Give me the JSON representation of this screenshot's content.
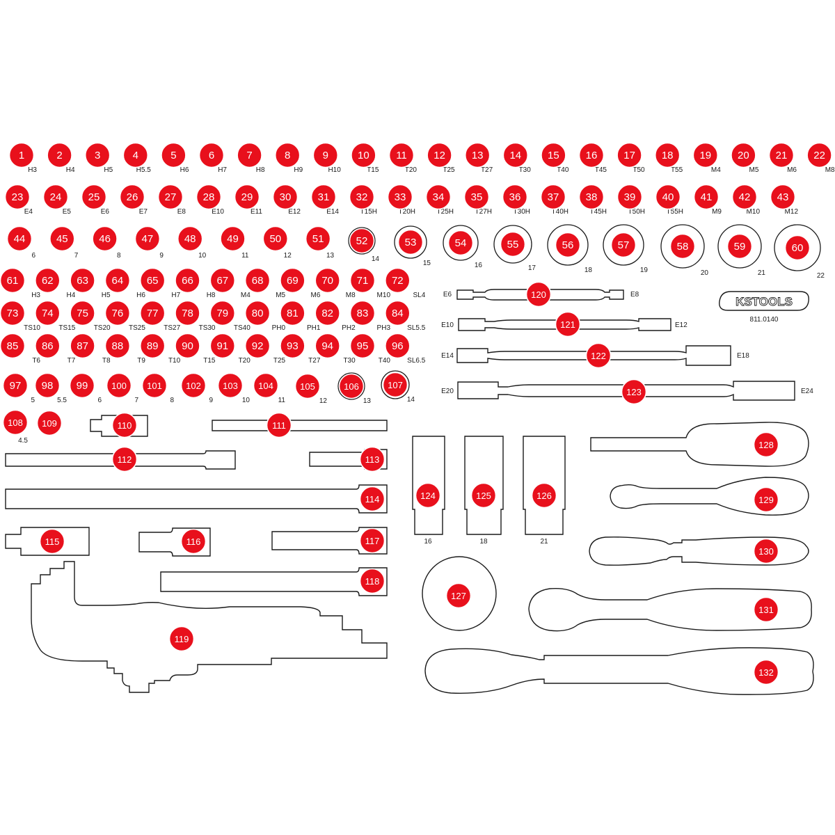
{
  "brand": {
    "logo_text": "KSTOOLS",
    "article_number": "811.0140"
  },
  "colors": {
    "marker": "#e8101c",
    "marker_border": "#ffffff",
    "outline": "#1a1a1a",
    "label": "#1a1a1a"
  },
  "items": [
    {
      "n": "1",
      "label": "H3"
    },
    {
      "n": "2",
      "label": "H4"
    },
    {
      "n": "3",
      "label": "H5"
    },
    {
      "n": "4",
      "label": "H5.5"
    },
    {
      "n": "5",
      "label": "H6"
    },
    {
      "n": "6",
      "label": "H7"
    },
    {
      "n": "7",
      "label": "H8"
    },
    {
      "n": "8",
      "label": "H9"
    },
    {
      "n": "9",
      "label": "H10"
    },
    {
      "n": "10",
      "label": "T15"
    },
    {
      "n": "11",
      "label": "T20"
    },
    {
      "n": "12",
      "label": "T25"
    },
    {
      "n": "13",
      "label": "T27"
    },
    {
      "n": "14",
      "label": "T30"
    },
    {
      "n": "15",
      "label": "T40"
    },
    {
      "n": "16",
      "label": "T45"
    },
    {
      "n": "17",
      "label": "T50"
    },
    {
      "n": "18",
      "label": "T55"
    },
    {
      "n": "19",
      "label": "M4"
    },
    {
      "n": "20",
      "label": "M5"
    },
    {
      "n": "21",
      "label": "M6"
    },
    {
      "n": "22",
      "label": "M8"
    },
    {
      "n": "23",
      "label": "E4"
    },
    {
      "n": "24",
      "label": "E5"
    },
    {
      "n": "25",
      "label": "E6"
    },
    {
      "n": "26",
      "label": "E7"
    },
    {
      "n": "27",
      "label": "E8"
    },
    {
      "n": "28",
      "label": "E10"
    },
    {
      "n": "29",
      "label": "E11"
    },
    {
      "n": "30",
      "label": "E12"
    },
    {
      "n": "31",
      "label": "E14"
    },
    {
      "n": "32",
      "label": "T15H"
    },
    {
      "n": "33",
      "label": "T20H"
    },
    {
      "n": "34",
      "label": "T25H"
    },
    {
      "n": "35",
      "label": "T27H"
    },
    {
      "n": "36",
      "label": "T30H"
    },
    {
      "n": "37",
      "label": "T40H"
    },
    {
      "n": "38",
      "label": "T45H"
    },
    {
      "n": "39",
      "label": "T50H"
    },
    {
      "n": "40",
      "label": "T55H"
    },
    {
      "n": "41",
      "label": "M9"
    },
    {
      "n": "42",
      "label": "M10"
    },
    {
      "n": "43",
      "label": "M12"
    },
    {
      "n": "44",
      "label": "6"
    },
    {
      "n": "45",
      "label": "7"
    },
    {
      "n": "46",
      "label": "8"
    },
    {
      "n": "47",
      "label": "9"
    },
    {
      "n": "48",
      "label": "10"
    },
    {
      "n": "49",
      "label": "11"
    },
    {
      "n": "50",
      "label": "12"
    },
    {
      "n": "51",
      "label": "13"
    },
    {
      "n": "52",
      "label": "14"
    },
    {
      "n": "53",
      "label": "15"
    },
    {
      "n": "54",
      "label": "16"
    },
    {
      "n": "55",
      "label": "17"
    },
    {
      "n": "56",
      "label": "18"
    },
    {
      "n": "57",
      "label": "19"
    },
    {
      "n": "58",
      "label": "20"
    },
    {
      "n": "59",
      "label": "21"
    },
    {
      "n": "60",
      "label": "22"
    },
    {
      "n": "61",
      "label": "H3"
    },
    {
      "n": "62",
      "label": "H4"
    },
    {
      "n": "63",
      "label": "H5"
    },
    {
      "n": "64",
      "label": "H6"
    },
    {
      "n": "65",
      "label": "H7"
    },
    {
      "n": "66",
      "label": "H8"
    },
    {
      "n": "67",
      "label": "M4"
    },
    {
      "n": "68",
      "label": "M5"
    },
    {
      "n": "69",
      "label": "M6"
    },
    {
      "n": "70",
      "label": "M8"
    },
    {
      "n": "71",
      "label": "M10"
    },
    {
      "n": "72",
      "label": "SL4"
    },
    {
      "n": "73",
      "label": "TS10"
    },
    {
      "n": "74",
      "label": "TS15"
    },
    {
      "n": "75",
      "label": "TS20"
    },
    {
      "n": "76",
      "label": "TS25"
    },
    {
      "n": "77",
      "label": "TS27"
    },
    {
      "n": "78",
      "label": "TS30"
    },
    {
      "n": "79",
      "label": "TS40"
    },
    {
      "n": "80",
      "label": "PH0"
    },
    {
      "n": "81",
      "label": "PH1"
    },
    {
      "n": "82",
      "label": "PH2"
    },
    {
      "n": "83",
      "label": "PH3"
    },
    {
      "n": "84",
      "label": "SL5.5"
    },
    {
      "n": "85",
      "label": "T6"
    },
    {
      "n": "86",
      "label": "T7"
    },
    {
      "n": "87",
      "label": "T8"
    },
    {
      "n": "88",
      "label": "T9"
    },
    {
      "n": "89",
      "label": "T10"
    },
    {
      "n": "90",
      "label": "T15"
    },
    {
      "n": "91",
      "label": "T20"
    },
    {
      "n": "92",
      "label": "T25"
    },
    {
      "n": "93",
      "label": "T27"
    },
    {
      "n": "94",
      "label": "T30"
    },
    {
      "n": "95",
      "label": "T40"
    },
    {
      "n": "96",
      "label": "SL6.5"
    },
    {
      "n": "97",
      "label": "5"
    },
    {
      "n": "98",
      "label": "5.5"
    },
    {
      "n": "99",
      "label": "6"
    },
    {
      "n": "100",
      "label": "7"
    },
    {
      "n": "101",
      "label": "8"
    },
    {
      "n": "102",
      "label": "9"
    },
    {
      "n": "103",
      "label": "10"
    },
    {
      "n": "104",
      "label": "11"
    },
    {
      "n": "105",
      "label": "12"
    },
    {
      "n": "106",
      "label": "13"
    },
    {
      "n": "107",
      "label": "14"
    },
    {
      "n": "108",
      "label": "4.5"
    },
    {
      "n": "109",
      "label": ""
    },
    {
      "n": "110",
      "label": ""
    },
    {
      "n": "111",
      "label": ""
    },
    {
      "n": "112",
      "label": ""
    },
    {
      "n": "113",
      "label": ""
    },
    {
      "n": "114",
      "label": ""
    },
    {
      "n": "115",
      "label": ""
    },
    {
      "n": "116",
      "label": ""
    },
    {
      "n": "117",
      "label": ""
    },
    {
      "n": "118",
      "label": ""
    },
    {
      "n": "119",
      "label": ""
    },
    {
      "n": "120",
      "label_left": "E6",
      "label_right": "E8"
    },
    {
      "n": "121",
      "label_left": "E10",
      "label_right": "E12"
    },
    {
      "n": "122",
      "label_left": "E14",
      "label_right": "E18"
    },
    {
      "n": "123",
      "label_left": "E20",
      "label_right": "E24"
    },
    {
      "n": "124",
      "label": "16"
    },
    {
      "n": "125",
      "label": "18"
    },
    {
      "n": "126",
      "label": "21"
    },
    {
      "n": "127",
      "label": ""
    },
    {
      "n": "128",
      "label": ""
    },
    {
      "n": "129",
      "label": ""
    },
    {
      "n": "130",
      "label": ""
    },
    {
      "n": "131",
      "label": ""
    },
    {
      "n": "132",
      "label": ""
    }
  ]
}
